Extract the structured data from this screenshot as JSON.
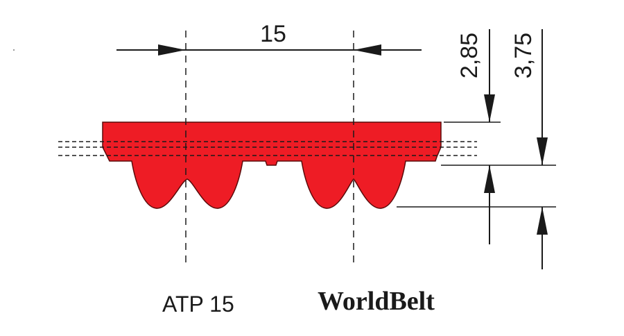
{
  "colors": {
    "belt_fill": "#ee1c25",
    "belt_outline": "#5a0a0a",
    "line": "#1a1a1a"
  },
  "dimensions": {
    "pitch": "15",
    "tooth_height": "2,85",
    "total_height": "3,75"
  },
  "labels": {
    "profile": "ATP 15",
    "brand": "WorldBelt"
  }
}
